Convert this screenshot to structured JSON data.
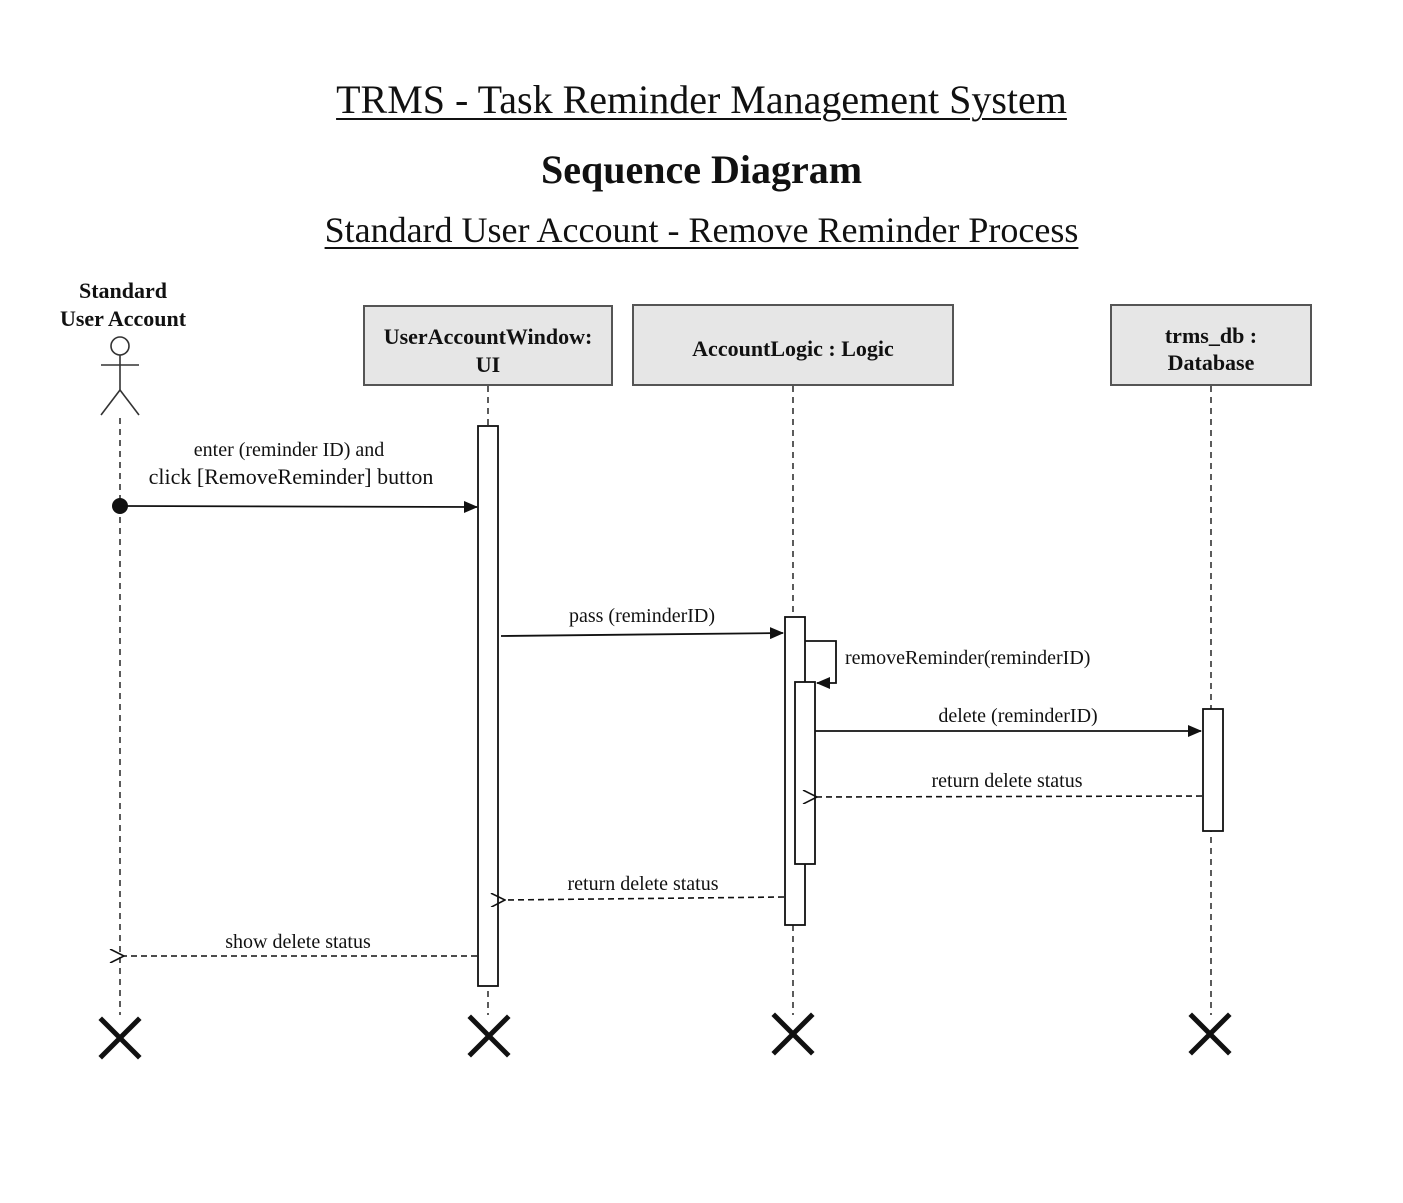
{
  "header": {
    "title": "TRMS - Task Reminder Management System",
    "subtitle": "Sequence Diagram",
    "process": "Standard User Account - Remove Reminder Process"
  },
  "actor": {
    "label_line1": "Standard",
    "label_line2": "User Account"
  },
  "lifelines": {
    "ui": {
      "line1": "UserAccountWindow:",
      "line2": "UI"
    },
    "logic": {
      "line1": "AccountLogic : Logic"
    },
    "db": {
      "line1": "trms_db :",
      "line2": "Database"
    }
  },
  "messages": {
    "m1_line1": "enter (reminder ID) and",
    "m1_line2": "click [RemoveReminder] button",
    "m2": "pass (reminderID)",
    "m3": "removeReminder(reminderID)",
    "m4": "delete (reminderID)",
    "m5": "return delete status",
    "m6": "return delete status",
    "m7": "show delete status"
  },
  "colors": {
    "box_fill": "#e6e6e6",
    "box_stroke": "#555555",
    "line": "#111111"
  }
}
